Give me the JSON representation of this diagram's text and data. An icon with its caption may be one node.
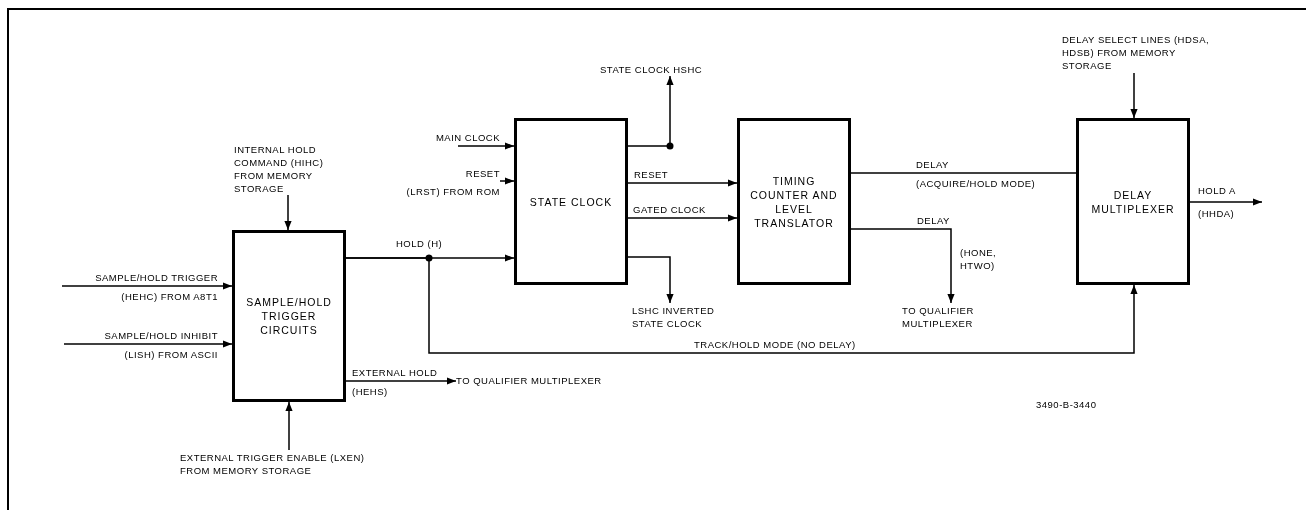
{
  "diagram": {
    "nodes": [
      {
        "text": [
          "SAMPLE/HOLD TRIGGER CIRCUITS"
        ]
      },
      {
        "text": [
          "STATE CLOCK"
        ]
      },
      {
        "text": [
          "TIMING COUNTER AND LEVEL TRANSLATOR"
        ]
      },
      {
        "text": [
          "DELAY MULTIPLEXER"
        ]
      },
      {
        "text": [
          "INTERNAL HOLD COMMAND (HIHC) FROM MEMORY STORAGE"
        ]
      },
      {
        "text": [
          "EXTERNAL TRIGGER ENABLE (LXEN) FROM MEMORY STORAGE"
        ]
      },
      {
        "text": [
          "TO QUALIFIER MULTIPLEXER"
        ]
      },
      {
        "text": [
          "STATE CLOCK HSHC"
        ]
      },
      {
        "text": [
          "LSHC INVERTED STATE CLOCK"
        ]
      },
      {
        "text": [
          "TO QUALIFIER MULTIPLEXER"
        ]
      },
      {
        "text": [
          "DELAY SELECT LINES (HDSA, HDSB) FROM MEMORY STORAGE"
        ]
      },
      {
        "text": [
          "(LRST) FROM ROM"
        ]
      }
    ],
    "edges": [
      {
        "from": 4,
        "to": 0,
        "arrow": "to"
      },
      {
        "from": 5,
        "to": 0,
        "arrow": "to"
      },
      {
        "from": null,
        "to": 0,
        "arrow": "to",
        "label": "SAMPLE/HOLD TRIGGER"
      },
      {
        "from": null,
        "to": 0,
        "arrow": "to",
        "label": "SAMPLE/HOLD INHIBIT"
      },
      {
        "from": 0,
        "to": 6,
        "arrow": "to",
        "label": "EXTERNAL HOLD"
      },
      {
        "from": 0,
        "to": 1,
        "arrow": "to",
        "label": "HOLD (H)"
      },
      {
        "from": 0,
        "to": 3,
        "arrow": "to",
        "label": "TRACK/HOLD MODE (NO DELAY)"
      },
      {
        "from": null,
        "to": 1,
        "arrow": "to",
        "label": "MAIN CLOCK"
      },
      {
        "from": 11,
        "to": 1,
        "arrow": "to",
        "label": "RESET"
      },
      {
        "from": 1,
        "to": 7,
        "arrow": "to"
      },
      {
        "from": 1,
        "to": 8,
        "arrow": "to"
      },
      {
        "from": 1,
        "to": 2,
        "arrow": "to",
        "label": "RESET"
      },
      {
        "from": 1,
        "to": 2,
        "arrow": "to",
        "label": "GATED CLOCK"
      },
      {
        "from": 2,
        "to": 3,
        "arrow": "none",
        "label": "DELAY"
      },
      {
        "from": 2,
        "to": 9,
        "arrow": "to",
        "label": "DELAY"
      },
      {
        "from": 10,
        "to": 3,
        "arrow": "to"
      },
      {
        "from": 3,
        "to": null,
        "arrow": "to",
        "label": "HOLD A"
      }
    ],
    "labels": [
      "(HEHC) FROM A8T1",
      "(LISH) FROM ASCII",
      "(HEHS)",
      "(ACQUIRE/HOLD MODE)",
      "(HONE, HTWO)",
      "(HHDA)",
      "3490-B-3440"
    ]
  }
}
